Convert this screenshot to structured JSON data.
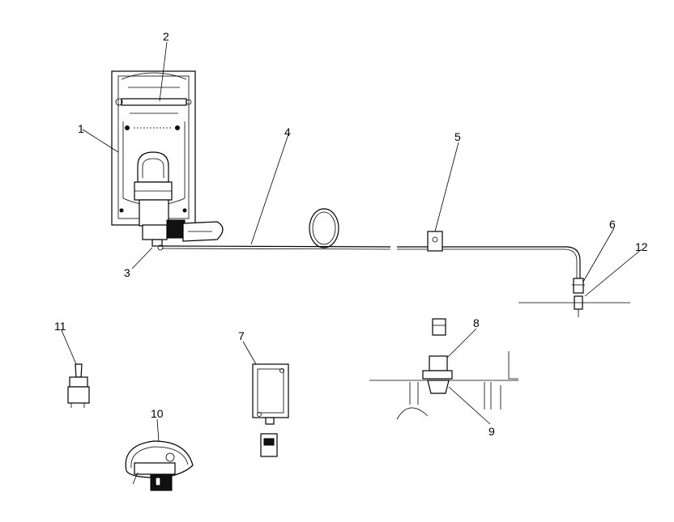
{
  "callouts": {
    "c1": "1",
    "c2": "2",
    "c3": "3",
    "c4": "4",
    "c5": "5",
    "c6": "6",
    "c7": "7",
    "c8": "8",
    "c9": "9",
    "c10": "10",
    "c11": "11",
    "c12": "12"
  },
  "colors": {
    "ink": "#000000",
    "paper": "#ffffff"
  }
}
